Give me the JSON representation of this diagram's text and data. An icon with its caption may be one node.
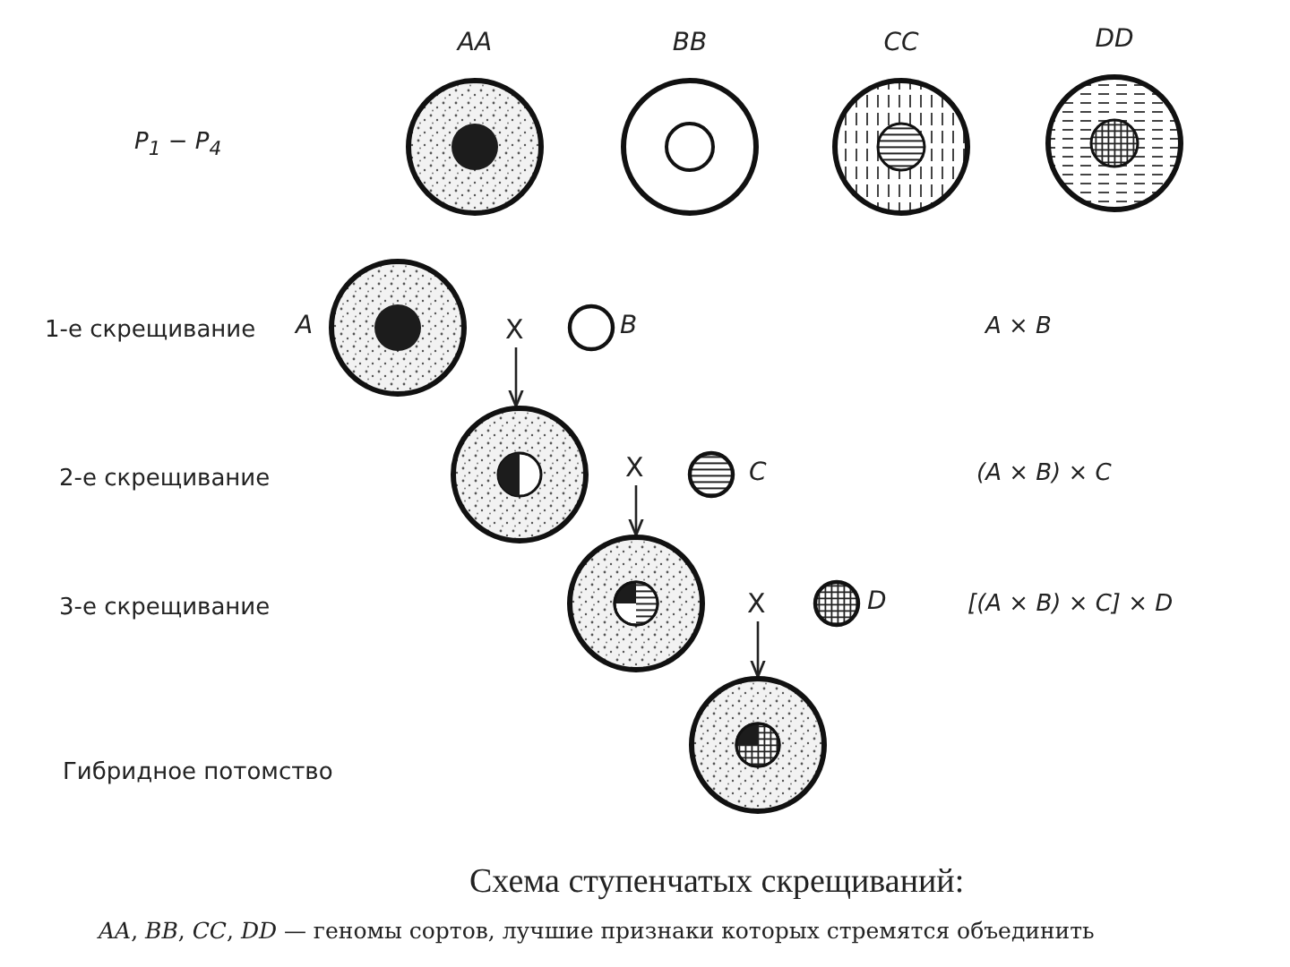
{
  "diagram": {
    "caption": "Схема ступенчатых скрещиваний:",
    "nodes": [
      {
        "text": [
          "AA"
        ]
      },
      {
        "text": [
          "BB"
        ]
      },
      {
        "text": [
          "CC"
        ]
      },
      {
        "text": [
          "DD"
        ]
      },
      {
        "text": [],
        "shape": "circle",
        "beside": [
          "A"
        ]
      },
      {
        "text": [
          "X"
        ]
      },
      {
        "text": [],
        "shape": "circle",
        "beside": [
          "B"
        ]
      },
      {
        "text": [],
        "shape": "circle"
      },
      {
        "text": [
          "X"
        ]
      },
      {
        "text": [],
        "shape": "circle",
        "beside": [
          "C"
        ]
      },
      {
        "text": [],
        "shape": "circle"
      },
      {
        "text": [
          "X"
        ]
      },
      {
        "text": [],
        "shape": "circle",
        "beside": [
          "D"
        ]
      },
      {
        "text": [],
        "shape": "circle"
      }
    ],
    "edges": [
      {
        "from": 5,
        "to": 7,
        "arrow": "to"
      },
      {
        "from": 8,
        "to": 10,
        "arrow": "to"
      },
      {
        "from": 11,
        "to": 13,
        "arrow": "to"
      }
    ],
    "labels": [
      "P$_{1}$ − P$_{4}$",
      "1-е скрещивание",
      "A × B",
      "2-е скрещивание",
      "(A × B) × C",
      "3-е скрещивание",
      "[(A × B) × C] × D",
      "Гибридное потомство",
      "*AA*, *BB*, *CC*, *DD* — геномы сортов, лучшие признаки которых стремятся объединить"
    ]
  }
}
